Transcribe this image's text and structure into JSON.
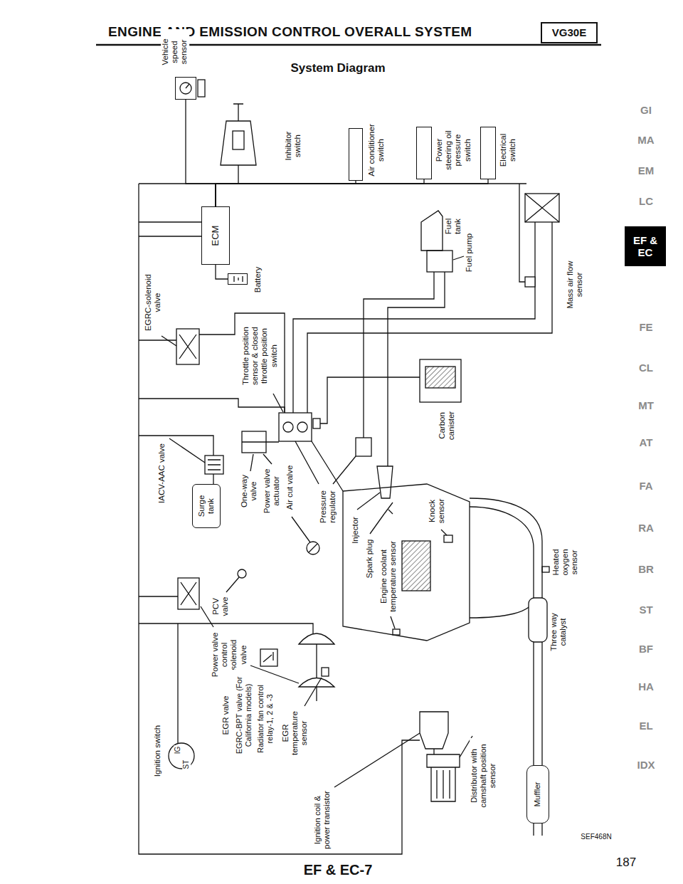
{
  "diagram": {
    "title": "ENGINE AND EMISSION CONTROL OVERALL SYSTEM",
    "nodes": [
      {
        "text": [
          "VG30E"
        ]
      },
      {
        "text": [
          "Vehicle speed sensor"
        ]
      },
      {
        "text": [
          "Inhibitor switch"
        ]
      },
      {
        "text": [
          "Air conditioner switch"
        ]
      },
      {
        "text": [
          "Power steering oil pressure switch"
        ]
      },
      {
        "text": [
          "Electrical switch"
        ]
      },
      {
        "text": [
          "ECM"
        ]
      },
      {
        "text": [
          "Battery"
        ]
      },
      {
        "text": [
          "Surge tank"
        ]
      },
      {
        "text": [
          "Muffler"
        ]
      },
      {
        "text": [
          "EF & EC"
        ]
      }
    ],
    "edges": [
      {
        "from": 1,
        "to": 6,
        "arrow": "none"
      },
      {
        "from": 2,
        "to": 6,
        "arrow": "none"
      },
      {
        "from": 3,
        "to": 6,
        "arrow": "none"
      },
      {
        "from": 4,
        "to": 6,
        "arrow": "none"
      },
      {
        "from": 5,
        "to": 6,
        "arrow": "none"
      },
      {
        "from": 7,
        "to": 6,
        "arrow": "none"
      }
    ],
    "labels": [
      "System Diagram",
      "Fuel tank",
      "Fuel pump",
      "Mass air flow sensor",
      "EGRC-solenoid valve",
      "Throttle position sensor & closed throttle position switch",
      "Carbon canister",
      "IACV-AAC valve",
      "One-way valve",
      "Power valve actuator",
      "Air cut valve",
      "Pressure regulator",
      "Injector",
      "Knock sensor",
      "Spark plug",
      "Engine coolant temperature sensor",
      "Heated oxygen sensor",
      "PCV valve",
      "Three way catalyst",
      "Power valve control solenoid valve",
      "EGR valve",
      "EGRC-BPT valve (For California models)",
      "Radiator fan control relay-1, 2 & -3",
      "EGR temperature sensor",
      "Ignition switch",
      "IG",
      "ST",
      "Ignition coil & power transistor",
      "Distributor with camshaft position sensor",
      "GI",
      "MA",
      "EM",
      "LC",
      "FE",
      "CL",
      "MT",
      "AT",
      "FA",
      "RA",
      "BR",
      "ST",
      "BF",
      "HA",
      "EL",
      "IDX",
      "SEF468N",
      "EF & EC-7",
      "187"
    ]
  }
}
